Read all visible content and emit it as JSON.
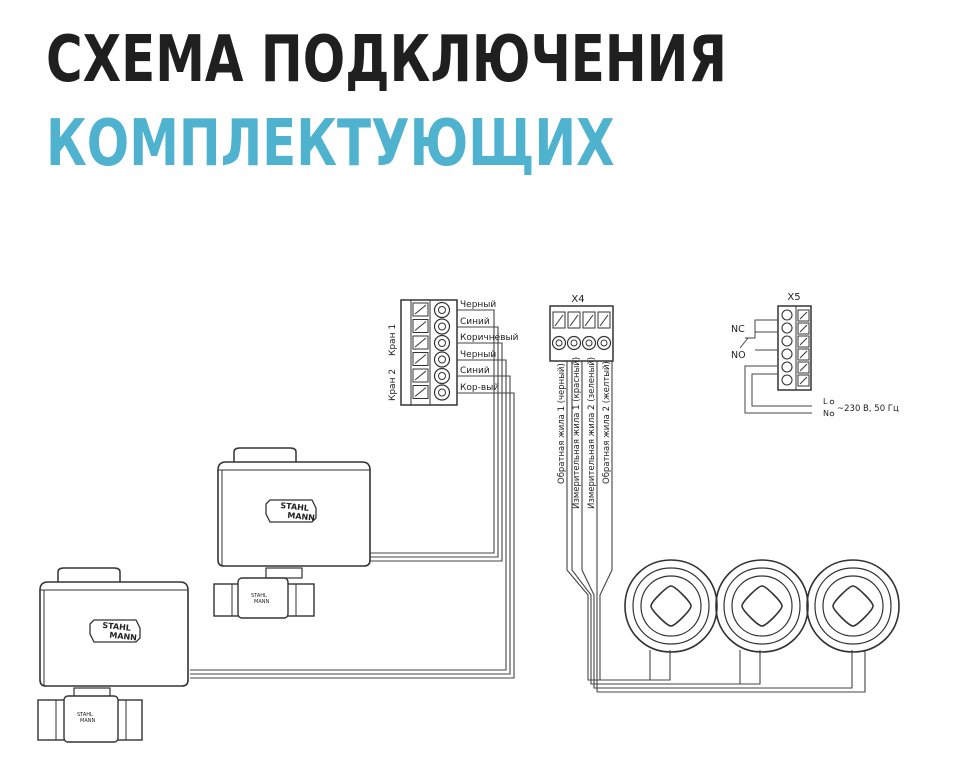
{
  "title": {
    "line1": "СХЕМА ПОДКЛЮЧЕНИЯ",
    "line2": "КОМПЛЕКТУЮЩИХ",
    "line2_color": "#4fb2cf"
  },
  "brand": {
    "line1": "STAHL",
    "line2": "MANN"
  },
  "terminal_left": {
    "groups": [
      "Кран 1",
      "Кран 2"
    ],
    "wires": [
      "Черный",
      "Синий",
      "Коричневый",
      "Черный",
      "Синий",
      "Кор-вый"
    ]
  },
  "terminal_x4": {
    "label": "X4",
    "wires": [
      "Обратная жила 1 (черный)",
      "Измерительная жила 1 (красный)",
      "Измерительная жила 2 (зеленый)",
      "Обратная жила 2 (желтый)"
    ]
  },
  "terminal_x5": {
    "label": "X5",
    "nc": "NC",
    "no": "NO",
    "l": "L",
    "n": "N",
    "power": "~230 В, 50 Гц"
  }
}
